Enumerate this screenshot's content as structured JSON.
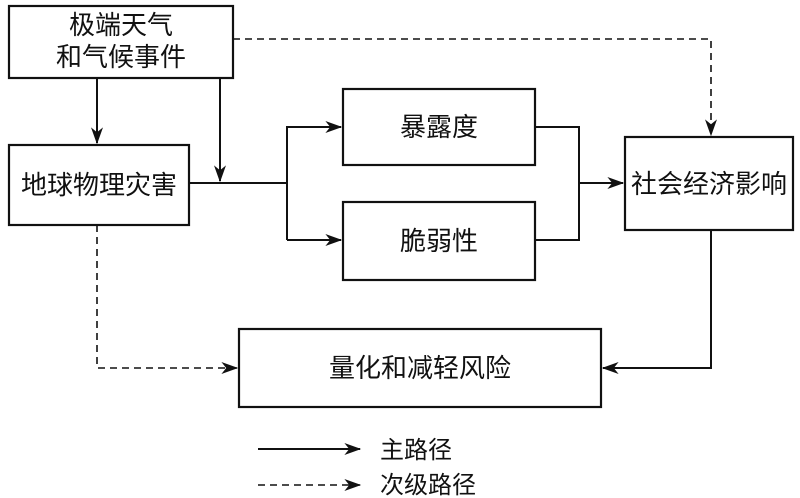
{
  "nodes": {
    "extreme": {
      "line1": "极端天气",
      "line2": "和气候事件"
    },
    "hazard": {
      "label": "地球物理灾害"
    },
    "exposure": {
      "label": "暴露度"
    },
    "vulnerability": {
      "label": "脆弱性"
    },
    "impact": {
      "label": "社会经济影响"
    },
    "risk": {
      "label": "量化和减轻风险"
    }
  },
  "legend": {
    "primary": "主路径",
    "secondary": "次级路径"
  },
  "colors": {
    "line": "#111111",
    "background": "#ffffff"
  }
}
